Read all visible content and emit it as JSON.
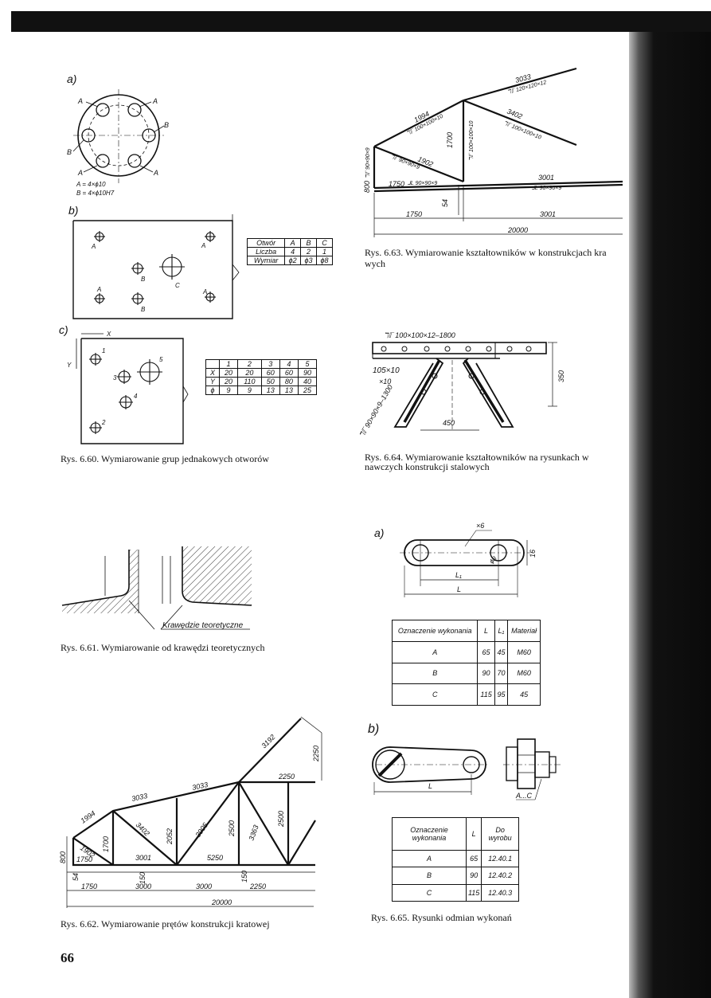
{
  "captions": {
    "fig660": "Rys. 6.60. Wymiarowanie grup jednakowych otworów",
    "fig661": "Rys. 6.61. Wymiarowanie od krawędzi teoretycznych",
    "fig662": "Rys. 6.62. Wymiarowanie prętów konstrukcji kratowej",
    "fig663_l1": "Rys. 6.63. Wymiarowanie kształtowników w konstrukcjach kra",
    "fig663_l2": "wych",
    "fig664_l1": "Rys. 6.64. Wymiarowanie kształtowników na rysunkach w",
    "fig664_l2": "nawczych konstrukcji stalowych",
    "fig665": "Rys. 6.65. Rysunki odmian wykonań"
  },
  "page_number": "66",
  "fig660": {
    "label_a": "a)",
    "label_b": "b)",
    "label_c": "c)",
    "hole_labels": {
      "a": "A",
      "b": "B",
      "c": "C",
      "x": "X",
      "y": "Y",
      "n1": "1",
      "n2": "2",
      "n3": "3",
      "n4": "4",
      "n5": "5"
    },
    "legend_a": "A = 4×ϕ10",
    "legend_b": "B = 4×ϕ10H7",
    "table_b": {
      "rows": [
        [
          "Otwór",
          "A",
          "B",
          "C"
        ],
        [
          "Liczba",
          "4",
          "2",
          "1"
        ],
        [
          "Wymiar",
          "ϕ2",
          "ϕ3",
          "ϕ8"
        ]
      ]
    },
    "table_c": {
      "rows": [
        [
          "",
          "1",
          "2",
          "3",
          "4",
          "5"
        ],
        [
          "X",
          "20",
          "20",
          "60",
          "60",
          "90"
        ],
        [
          "Y",
          "20",
          "110",
          "50",
          "80",
          "40"
        ],
        [
          "ϕ",
          "9",
          "9",
          "13",
          "13",
          "25"
        ]
      ]
    }
  },
  "fig661": {
    "label": "Krawędzie teoretyczne"
  },
  "fig662": {
    "dims": {
      "d3192": "3192",
      "d2250v": "2250",
      "d2250h": "2250",
      "d3033a": "3033",
      "d3033b": "3033",
      "d1994": "1994",
      "d1902": "1902",
      "d3402": "3402",
      "d2052": "2052",
      "d3905": "3905",
      "d2500a": "2500",
      "d3363": "3363",
      "d2500b": "2500",
      "d5250": "5250",
      "d3001": "3001",
      "d1750a": "1750",
      "d800": "800",
      "d1700": "1700",
      "d54": "54",
      "d150a": "150",
      "d150b": "150",
      "d1750b": "1750",
      "d3000a": "3000",
      "d3000b": "3000",
      "d2250c": "2250",
      "d20000": "20000"
    }
  },
  "fig663": {
    "dims": {
      "d3033": "3033",
      "p3033": "ℸℾ 120×120×12",
      "d1994": "1994",
      "p1994": "ℸℾ 100×100×10",
      "d1700": "1700",
      "p1700": "ℸℾ 100×100×10",
      "d3402": "3402",
      "p3402": "ℸℾ 100×100×10",
      "d800": "800",
      "p800": "ℸℾ 90×90×9",
      "d1902": "1902",
      "p1902": "ℸℾ 90×90×9",
      "d1750p": "1750",
      "p1750": "⅃L 90×90×9",
      "d3001": "3001",
      "p3001": "⅃L 90×90×9",
      "d54": "54",
      "d1750": "1750",
      "d3001b": "3001",
      "d20000": "20000"
    }
  },
  "fig664": {
    "top": "ℸℾ 100×100×12–1800",
    "plate": "105×10",
    "plate_t": "×10",
    "diag": "ℸℾ 90×90×9–1300",
    "d450": "450",
    "d350": "350"
  },
  "fig665": {
    "label_a": "a)",
    "label_b": "b)",
    "x6": "×6",
    "phi8": "ϕ8",
    "d16": "16",
    "L1": "L₁",
    "L": "L",
    "Lb": "L",
    "ac": "A...C",
    "table_a": {
      "rows": [
        [
          "Oznaczenie wykonania",
          "L",
          "L₁",
          "Materiał"
        ],
        [
          "A",
          "65",
          "45",
          "M60"
        ],
        [
          "B",
          "90",
          "70",
          "M60"
        ],
        [
          "C",
          "115",
          "95",
          "45"
        ]
      ]
    },
    "table_b": {
      "rows": [
        [
          "Oznaczenie wykonania",
          "L",
          "Do wyrobu"
        ],
        [
          "A",
          "65",
          "12.40.1"
        ],
        [
          "B",
          "90",
          "12.40.2"
        ],
        [
          "C",
          "115",
          "12.40.3"
        ]
      ]
    }
  }
}
